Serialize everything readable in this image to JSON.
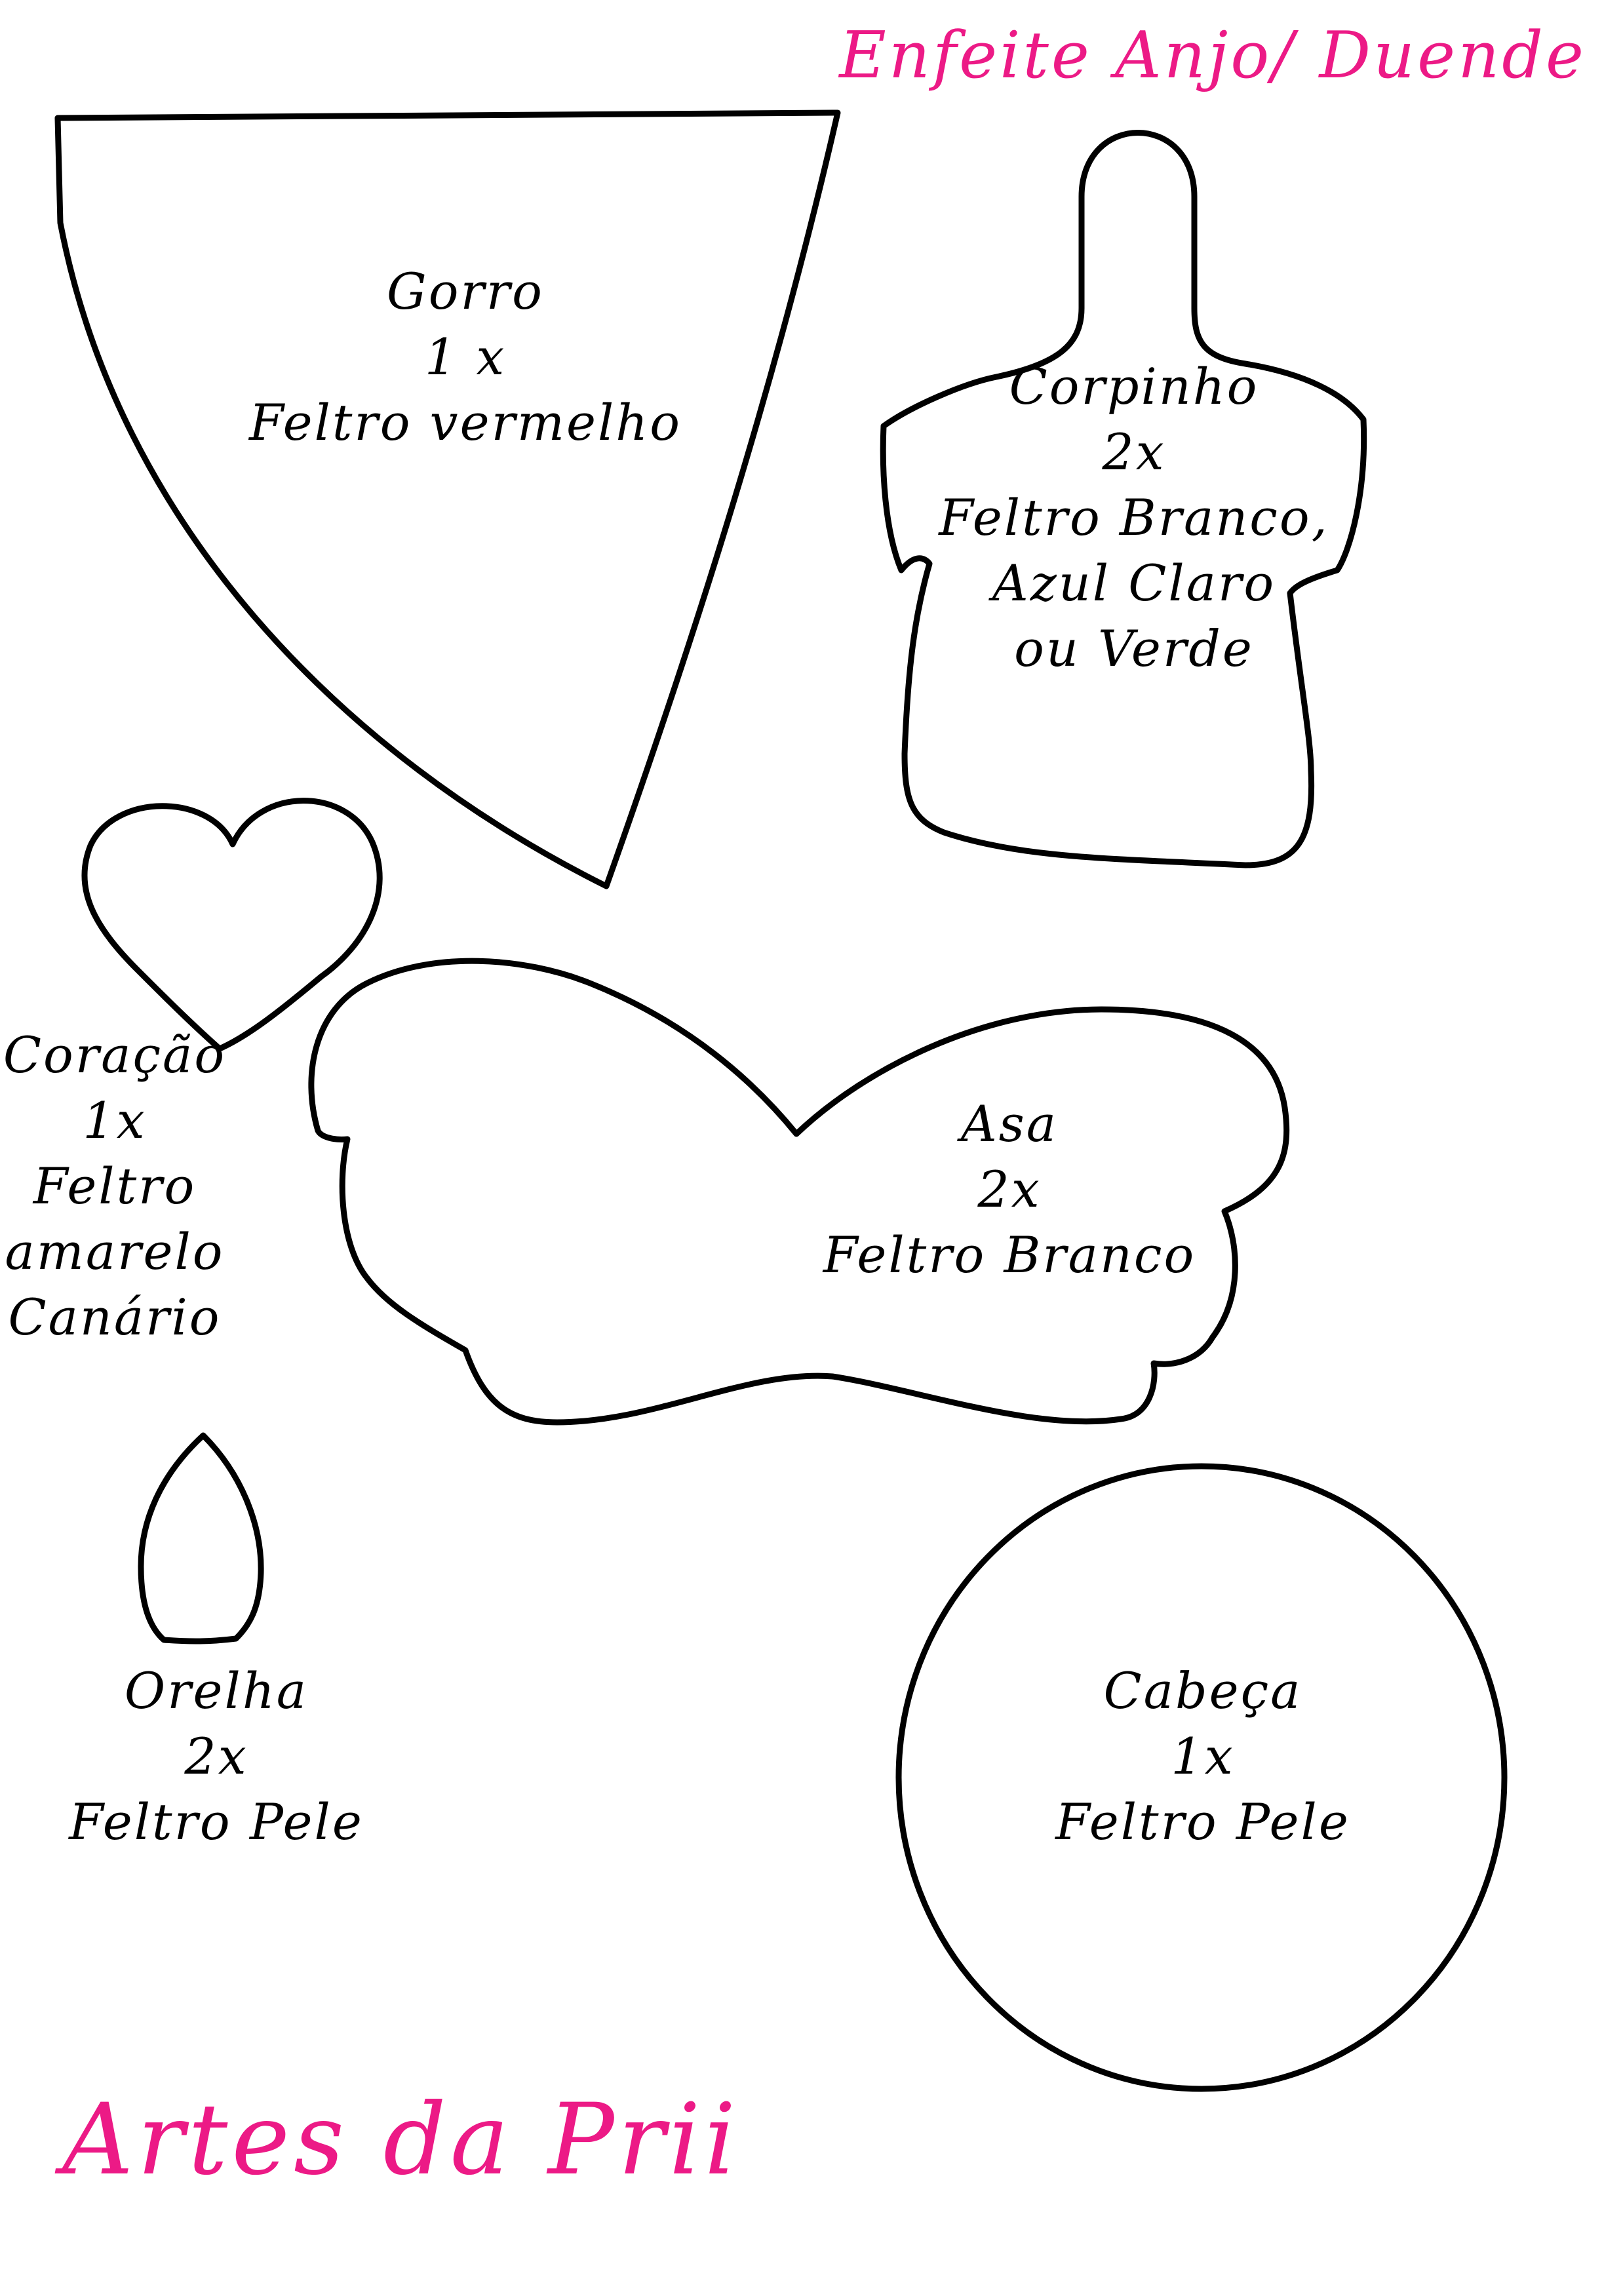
{
  "header": {
    "title": "Enfeite Anjo/ Duende",
    "footer": "Artes da Prii"
  },
  "colors": {
    "accent": "#ec1a86",
    "outline": "#000000"
  },
  "pieces": {
    "gorro": {
      "name": "Gorro",
      "qty": "1 x",
      "material": "Feltro vermelho"
    },
    "corpinho": {
      "name": "Corpinho",
      "qty": "2x",
      "material_1": "Feltro Branco,",
      "material_2": "Azul Claro",
      "material_3": "ou Verde"
    },
    "coracao": {
      "name": "Coração",
      "qty": "1x",
      "material_1": "Feltro",
      "material_2": "amarelo",
      "material_3": "Canário"
    },
    "asa": {
      "name": "Asa",
      "qty": "2x",
      "material": "Feltro Branco"
    },
    "orelha": {
      "name": "Orelha",
      "qty": "2x",
      "material": "Feltro Pele"
    },
    "cabeca": {
      "name": "Cabeça",
      "qty": "1x",
      "material": "Feltro Pele"
    }
  }
}
